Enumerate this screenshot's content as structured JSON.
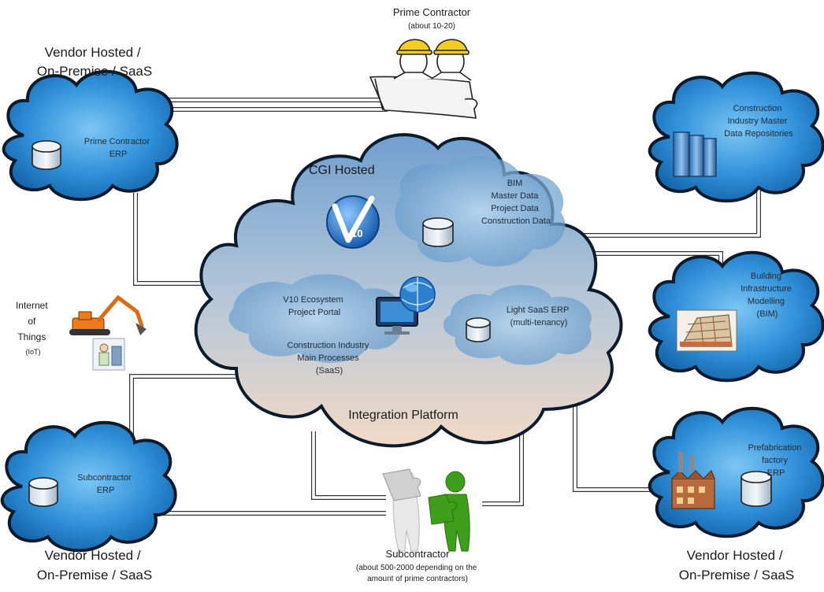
{
  "labels": {
    "top_left": [
      "Vendor Hosted /",
      "On-Premise / SaaS"
    ],
    "bottom_left": [
      "Vendor Hosted /",
      "On-Premise / SaaS"
    ],
    "bottom_right": [
      "Vendor Hosted /",
      "On-Premise / SaaS"
    ],
    "prime_contractor": {
      "title": "Prime Contractor",
      "sub": "(about 10-20)"
    },
    "subcontractor": {
      "title": "Subcontractor",
      "sub": [
        "(about 500-2000 depending on the",
        "amount of prime contractors)"
      ]
    },
    "iot": [
      "Internet",
      "of",
      "Things",
      "(IoT)"
    ]
  },
  "central_cloud": {
    "hosted_label": "CGI Hosted",
    "logo_text": "10",
    "data_services": [
      "BIM",
      "Master Data",
      "Project Data",
      "Construction Data"
    ],
    "portal": [
      "V10 Ecosystem",
      "Project Portal"
    ],
    "processes": [
      "Construction Industry",
      "Main Processes",
      "(SaaS)"
    ],
    "light_erp": [
      "Light SaaS ERP",
      "(multi-tenancy)"
    ],
    "platform": "Integration Platform"
  },
  "external_clouds": {
    "prime_erp": [
      "Prime Contractor",
      "ERP"
    ],
    "subcontractor_erp": [
      "Subcontractor",
      "ERP"
    ],
    "master_data": [
      "Construction",
      "Industry Master",
      "Data Repositories"
    ],
    "bim": [
      "Building",
      "Infrastructure",
      "Modelling",
      "(BIM)"
    ],
    "prefab": [
      "Prefabrication",
      "factory",
      "ERP"
    ]
  },
  "colors": {
    "cloud_blue": "#2f8fd8",
    "cloud_edge": "#0b1b2b",
    "central_top": "#6f9fcf",
    "central_bottom": "#f2d9c6",
    "logo_blue": "#1f6fc4",
    "puzzle_green": "#3e9e1c"
  }
}
